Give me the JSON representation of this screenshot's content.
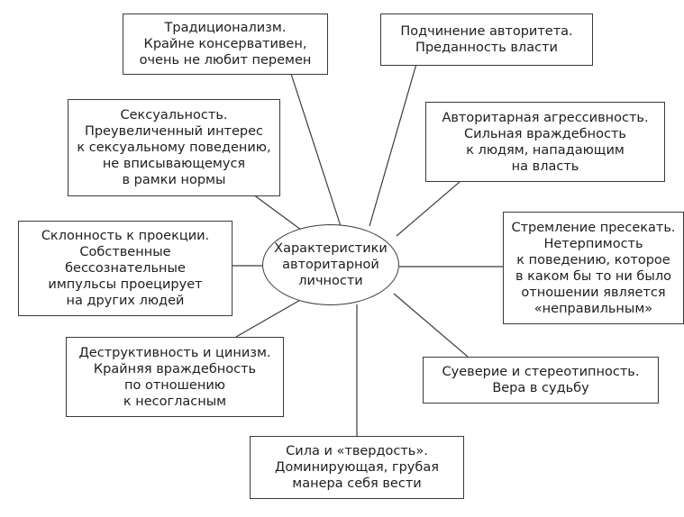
{
  "center": {
    "label": "Характеристики\nавторитарной\nличности"
  },
  "traits": {
    "traditionalism": "Традиционализм.\nКрайне консервативен,\nочень не любит перемен",
    "submission": "Подчинение авторитета.\nПреданность власти",
    "sexuality": "Сексуальность.\nПреувеличенный интерес\nк сексуальному поведению,\nне вписывающемуся\nв рамки нормы",
    "aggression": "Авторитарная агрессивность.\nСильная враждебность\nк людям, нападающим\nна власть",
    "projection": "Склонность к проекции.\nСобственные\nбессознательные\nимпульсы проецирует\nна других людей",
    "condemnation": "Стремление пресекать.\nНетерпимость\nк поведению, которое\nв каком бы то ни было\nотношении является\n«неправильным»",
    "destructiveness": "Деструктивность и цинизм.\nКрайняя враждебность\nпо отношению\nк несогласным",
    "superstition": "Суеверие и стереотипность.\nВера в судьбу",
    "power": "Сила и «твердость».\nДоминирующая, грубая\nманера себя вести"
  }
}
